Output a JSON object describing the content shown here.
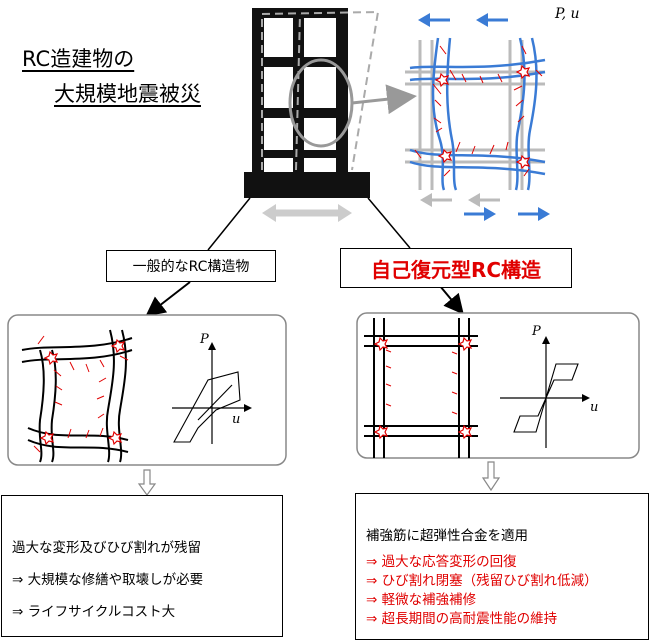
{
  "title": {
    "line1": "RC造建物の",
    "line2": "大規模地震被災"
  },
  "top_right_label": "P, u",
  "branches": {
    "left_label": "一般的なRC構造物",
    "right_label": "自己復元型RC構造"
  },
  "plot_axis": {
    "p": "P",
    "u": "u"
  },
  "results": {
    "left": [
      "過大な変形及びひび割れが残留",
      "⇒ 大規模な修繕や取壊しが必要",
      "⇒ ライフサイクルコスト大"
    ],
    "right_intro": "補強筋に超弾性合金を適用",
    "right_items": [
      "⇒ 過大な応答変形の回復",
      "⇒ ひび割れ閉塞（残留ひび割れ低減）",
      "⇒ 軽微な補強補修",
      "⇒ 超長期間の高耐震性能の維持"
    ]
  },
  "colors": {
    "red": "#e00000",
    "blue": "#3a7bd5",
    "gray": "#b0b0b0",
    "panel_border": "#888888"
  }
}
